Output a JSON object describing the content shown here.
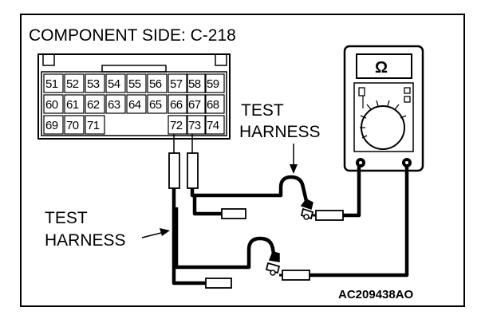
{
  "diagram": {
    "title": "COMPONENT SIDE: C-218",
    "connector_pins": {
      "row1": [
        "51",
        "52",
        "53",
        "54",
        "55",
        "56",
        "57",
        "58",
        "59"
      ],
      "row2": [
        "60",
        "61",
        "62",
        "63",
        "64",
        "65",
        "66",
        "67",
        "68"
      ],
      "row3_left": [
        "69",
        "70",
        "71"
      ],
      "row3_right": [
        "72",
        "73",
        "74"
      ]
    },
    "harness_label_upper": {
      "line1": "TEST",
      "line2": "HARNESS"
    },
    "harness_label_lower": {
      "line1": "TEST",
      "line2": "HARNESS"
    },
    "meter_symbol": "Ω",
    "figure_code": "AC209438AO"
  }
}
